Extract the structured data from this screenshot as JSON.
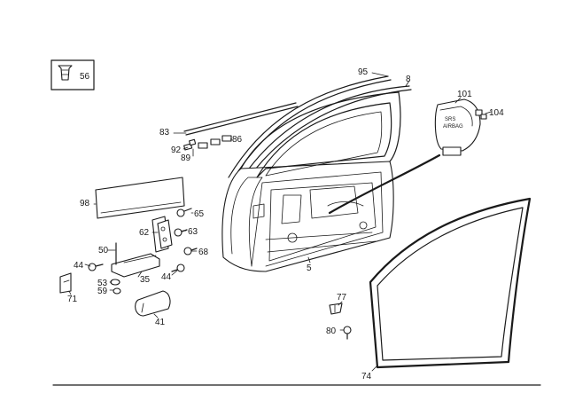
{
  "legend_box": {
    "number": "56"
  },
  "airbag_cover": {
    "line1": "SRS",
    "line2": "AIRBAG"
  },
  "callouts": {
    "c95": "95",
    "c8": "8",
    "c101": "101",
    "c104": "104",
    "c83": "83",
    "c92": "92",
    "c89": "89",
    "c86": "86",
    "c98": "98",
    "c65": "65",
    "c62": "62",
    "c63": "63",
    "c50": "50",
    "c68": "68",
    "c44a": "44",
    "c44b": "44",
    "c53": "53",
    "c59": "59",
    "c35": "35",
    "c71": "71",
    "c41": "41",
    "c5": "5",
    "c77": "77",
    "c80": "80",
    "c74": "74"
  }
}
